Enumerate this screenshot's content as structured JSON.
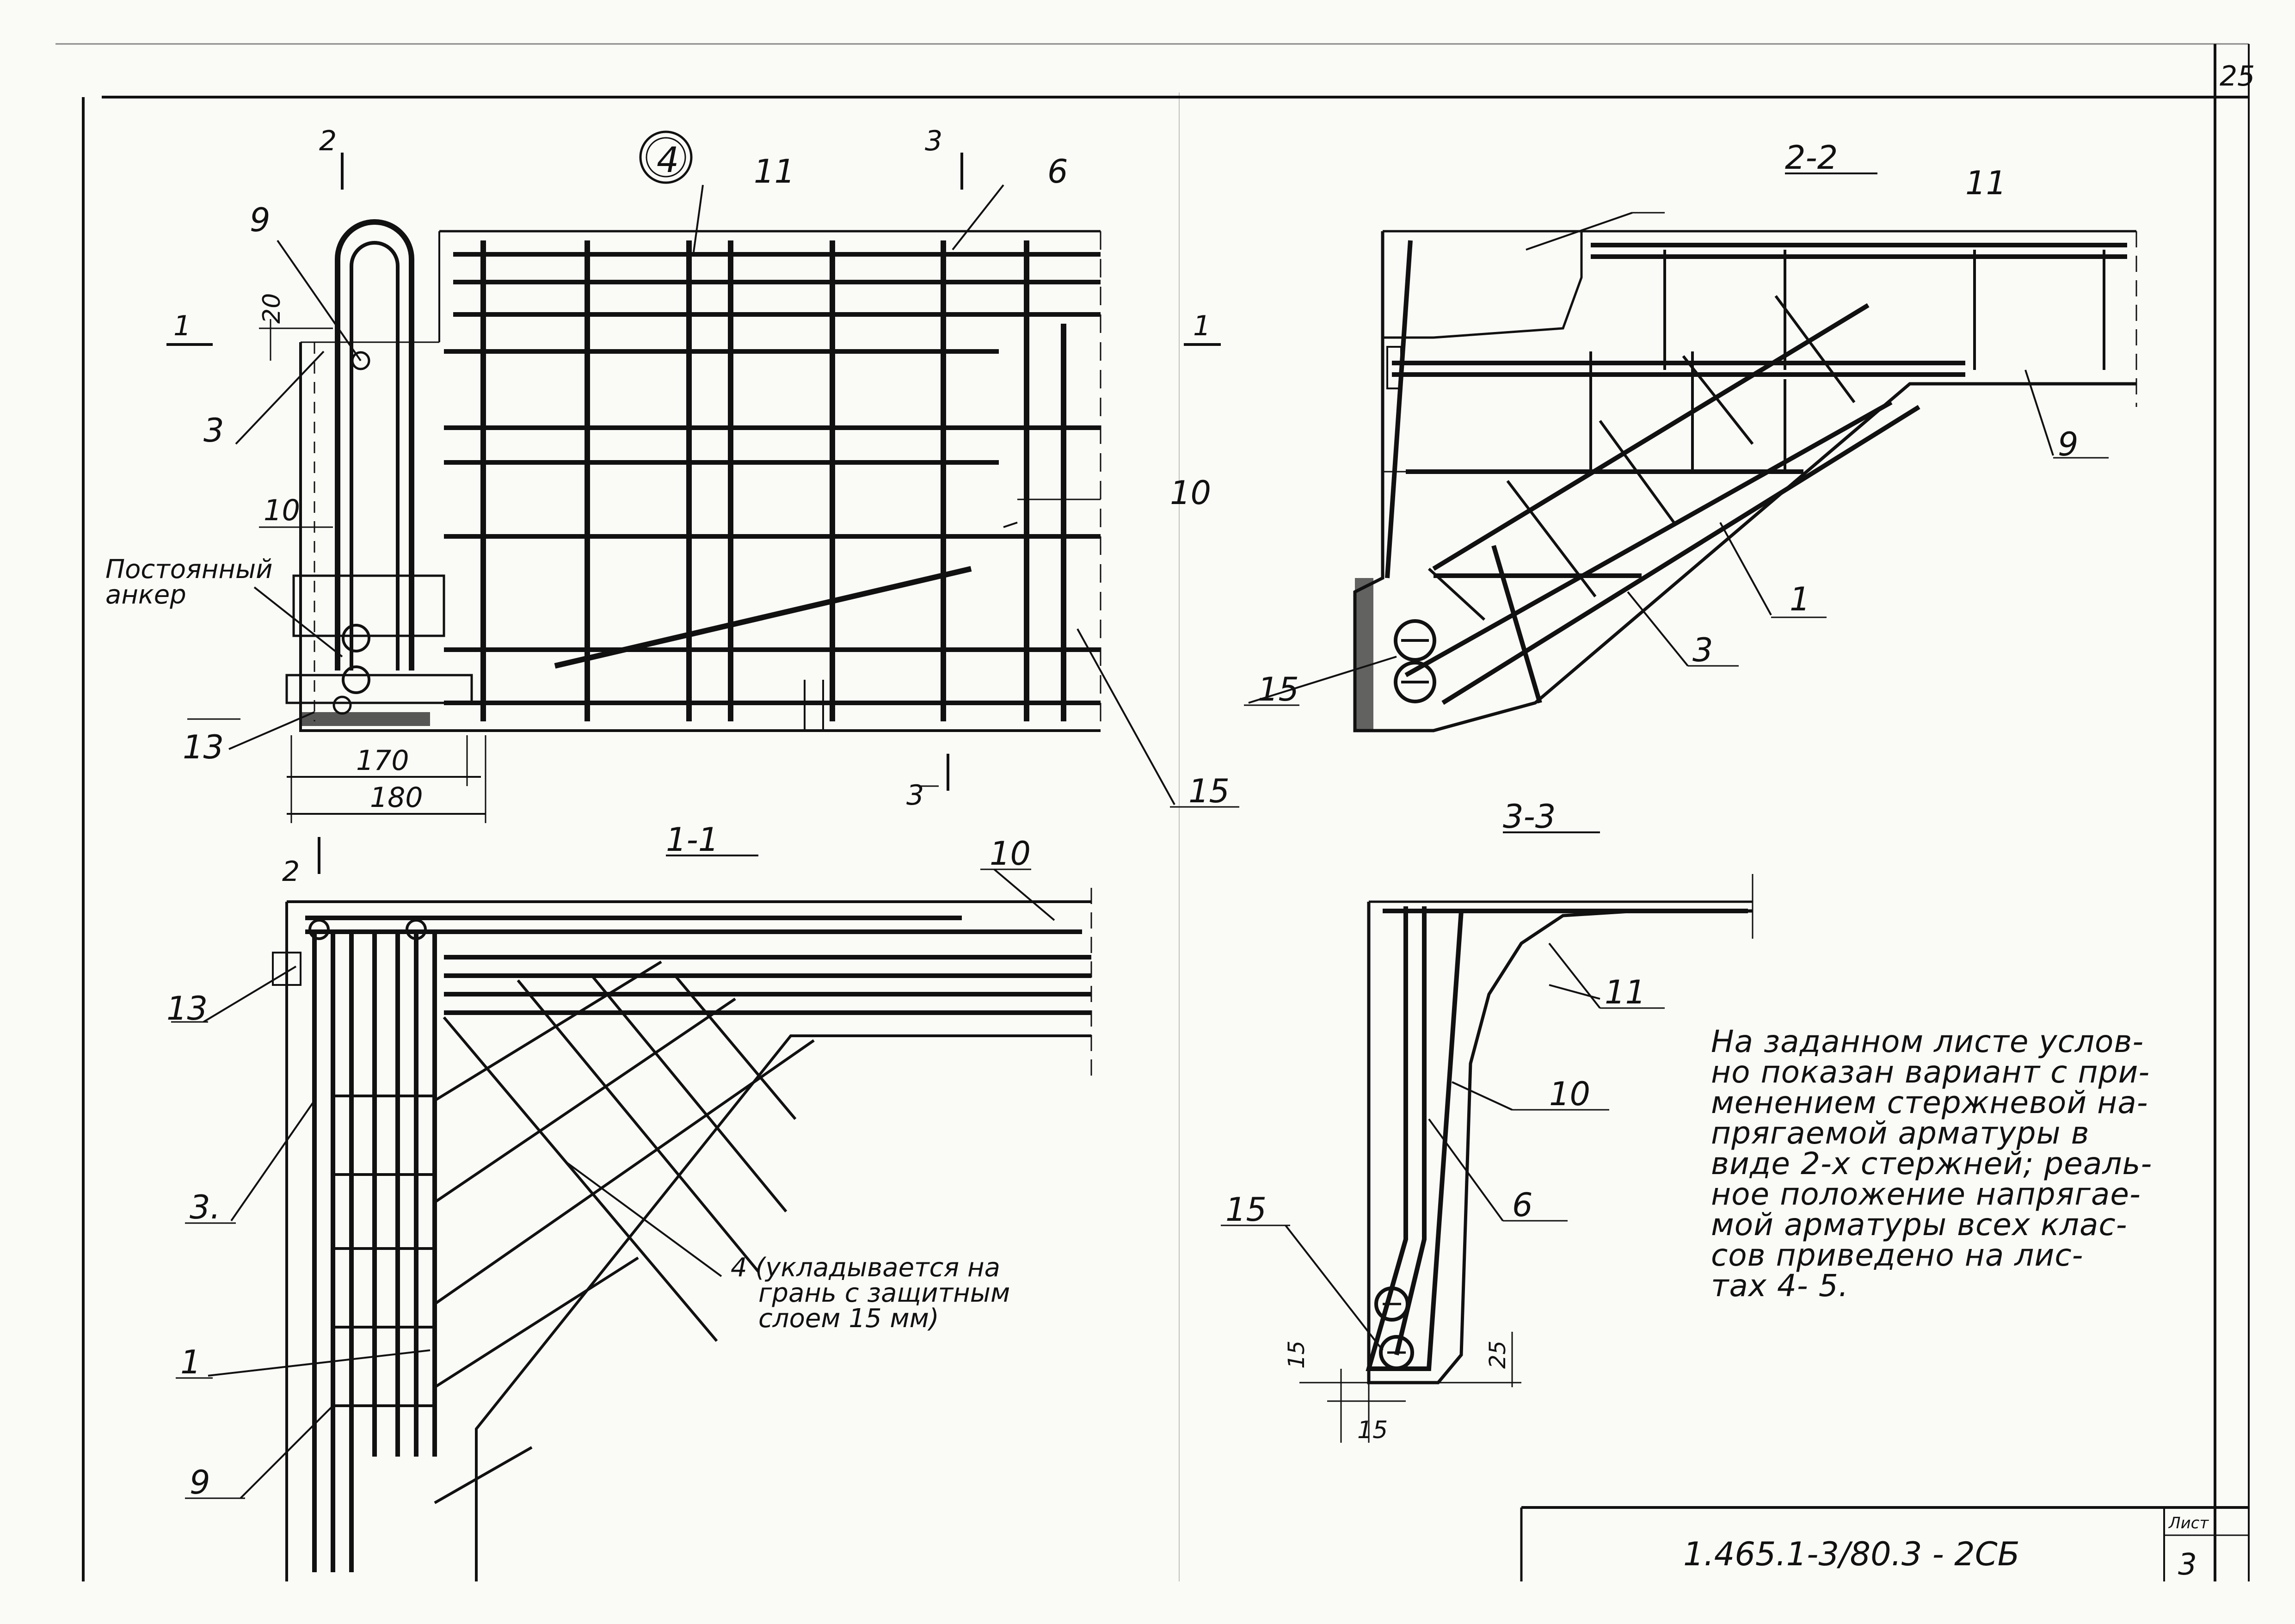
{
  "sheet": {
    "page_number": "25",
    "sheet_label": "Лист",
    "sheet_value": "3",
    "code": "1.465.1-3/80.3 - 2СБ"
  },
  "view_top": {
    "marker": "4",
    "callouts": [
      "9",
      "3",
      "10",
      "13",
      "11",
      "6",
      "10",
      "15"
    ],
    "dims": [
      "20",
      "170",
      "180"
    ],
    "anchor_label": [
      "Постоянный",
      "анкер"
    ],
    "section_marks": [
      "2",
      "2",
      "3",
      "3",
      "1",
      "1"
    ]
  },
  "section_2_2": {
    "title": "2-2",
    "callouts": [
      "11",
      "9",
      "1",
      "3",
      "15"
    ]
  },
  "section_1_1": {
    "title": "1-1",
    "callouts": [
      "10",
      "13",
      "3.",
      "1",
      "9"
    ],
    "note_4": [
      "4 (укладывается на",
      "грань с защитным",
      "слоем 15 мм)"
    ]
  },
  "section_3_3": {
    "title": "3-3",
    "callouts": [
      "11",
      "10",
      "6",
      "15"
    ],
    "dims": [
      "15",
      "25",
      "15"
    ]
  },
  "note": [
    "На заданном листе услов-",
    "но показан вариант с при-",
    "менением стержневой на-",
    "прягаемой арматуры в",
    "виде 2-х стержней; реаль-",
    "ное положение напрягае-",
    "мой арматуры всех клас-",
    "сов приведено на лис-",
    "тах 4- 5."
  ]
}
